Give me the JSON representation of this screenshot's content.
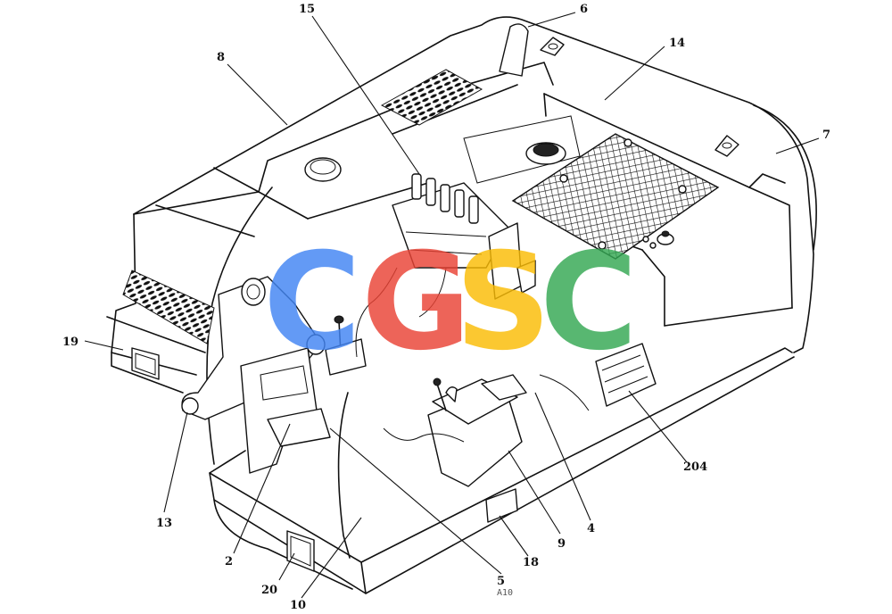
{
  "callouts": [
    {
      "id": "c15",
      "label": "15"
    },
    {
      "id": "c6",
      "label": "6"
    },
    {
      "id": "c14",
      "label": "14"
    },
    {
      "id": "c8",
      "label": "8"
    },
    {
      "id": "c7",
      "label": "7"
    },
    {
      "id": "c19",
      "label": "19"
    },
    {
      "id": "c204",
      "label": "204"
    },
    {
      "id": "c13",
      "label": "13"
    },
    {
      "id": "c4",
      "label": "4"
    },
    {
      "id": "c9",
      "label": "9"
    },
    {
      "id": "c2",
      "label": "2"
    },
    {
      "id": "c18",
      "label": "18"
    },
    {
      "id": "c5",
      "label": "5"
    },
    {
      "id": "c20",
      "label": "20"
    },
    {
      "id": "c10",
      "label": "10"
    }
  ],
  "sheet_code": "A10",
  "watermark": {
    "letters": [
      "C",
      "G",
      "S",
      "C"
    ],
    "colors": [
      "#4285F4",
      "#EA4335",
      "#FBBC05",
      "#34A853"
    ]
  },
  "colors": {
    "line": "#111111",
    "background": "#ffffff"
  }
}
